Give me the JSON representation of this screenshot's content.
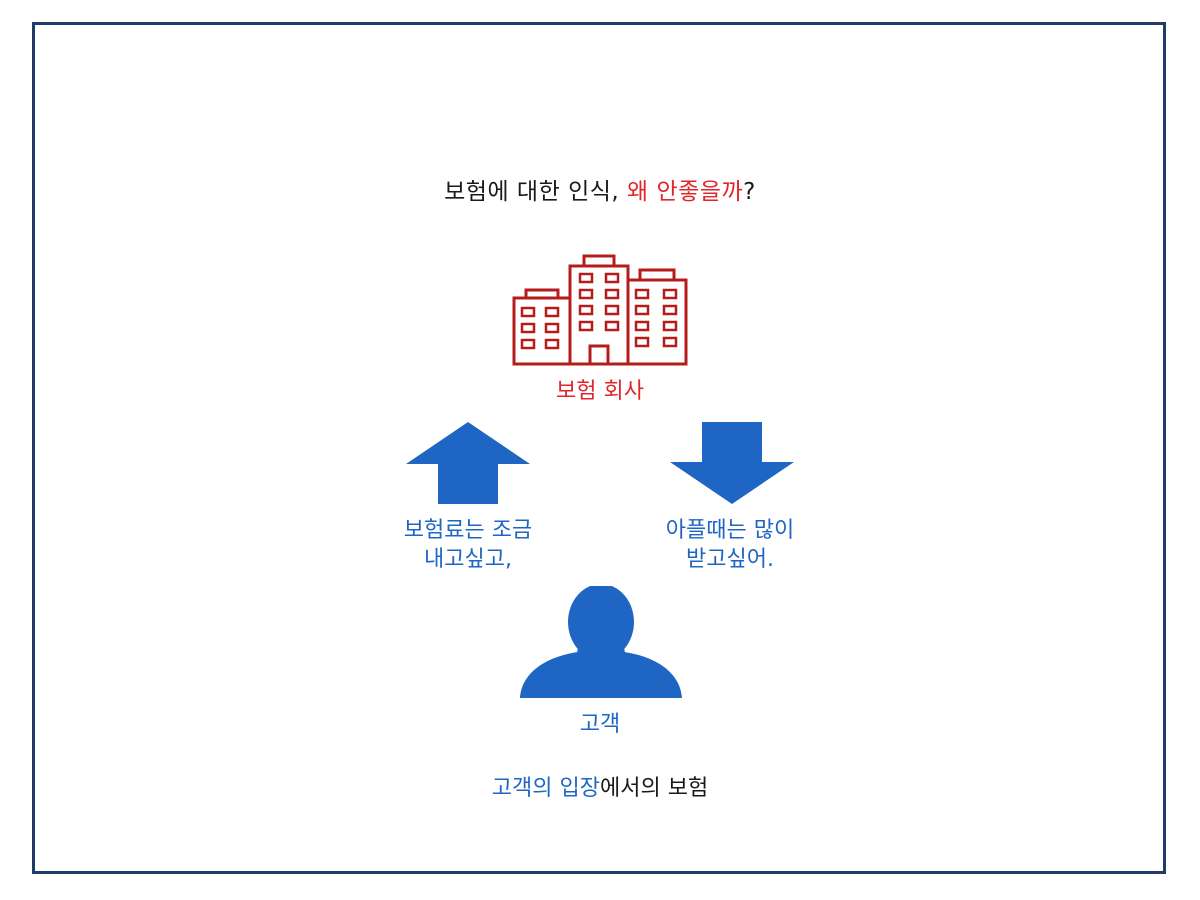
{
  "title": {
    "part1": "보험에 대한 인식, ",
    "part2": "왜 안좋을까",
    "part3": "?"
  },
  "company": {
    "label": "보험 회사",
    "icon": "building-icon",
    "color": "#e0262b"
  },
  "arrows": {
    "up_icon": "arrow-up-icon",
    "down_icon": "arrow-down-icon",
    "color": "#1f66c4"
  },
  "left_caption": {
    "line1": "보험료는 조금",
    "line2": "내고싶고,"
  },
  "right_caption": {
    "line1": "아플때는 많이",
    "line2": "받고싶어."
  },
  "customer": {
    "label": "고객",
    "icon": "person-icon"
  },
  "bottom": {
    "part1": "고객의 입장",
    "part2": "에서의 보험"
  },
  "colors": {
    "frame": "#1f3a6b",
    "red": "#e0262b",
    "blue": "#1f66c4"
  }
}
